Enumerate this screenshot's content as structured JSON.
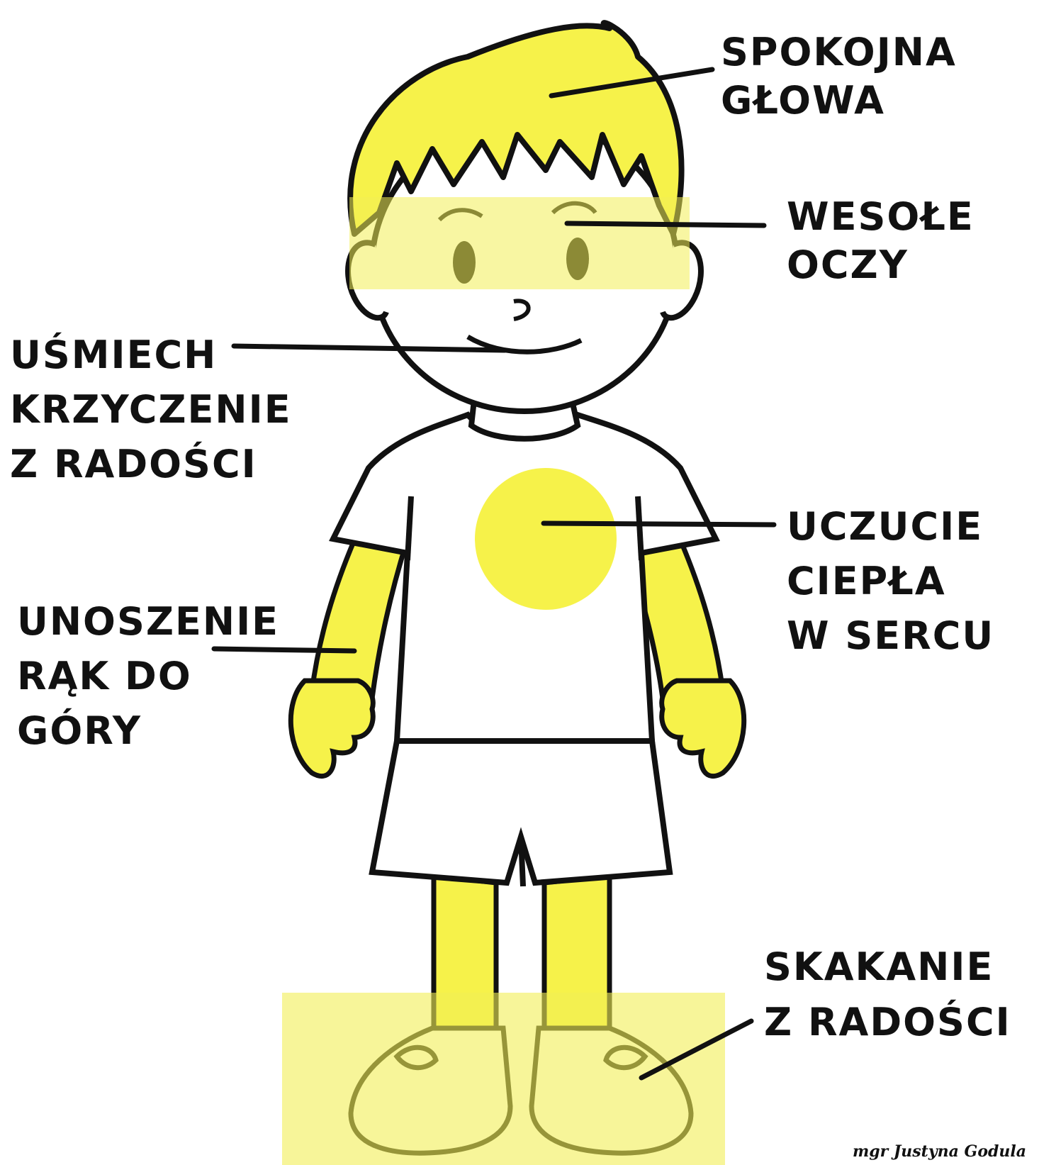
{
  "colors": {
    "highlight": "#f6f24a",
    "highlight_band": "#f2ee55",
    "outline": "#111111",
    "background": "#ffffff"
  },
  "labels": {
    "head": [
      "SPOKOJNA",
      "GŁOWA"
    ],
    "eyes": [
      "WESOŁE",
      "OCZY"
    ],
    "smile": [
      "UŚMIECH",
      "KRZYCZENIE",
      "Z RADOŚCI"
    ],
    "heart": [
      "UCZUCIE",
      "CIEPŁA",
      "W SERCU"
    ],
    "arms": [
      "UNOSZENIE",
      "RĄK DO",
      "GÓRY"
    ],
    "legs": [
      "SKAKANIE",
      "Z RADOŚCI"
    ]
  },
  "signature": "mgr Justyna Godula"
}
